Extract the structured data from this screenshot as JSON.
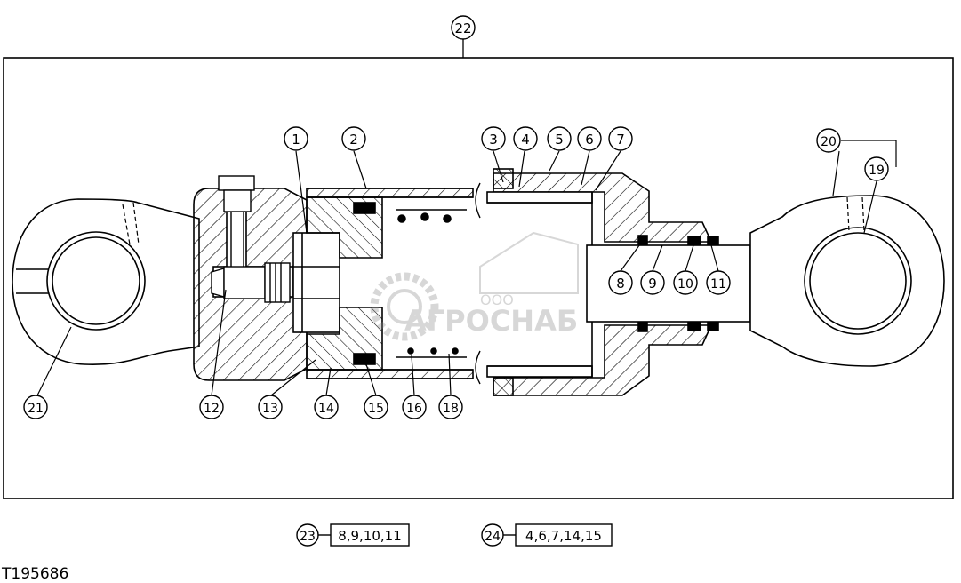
{
  "figure_id": "T195686",
  "assembly_callout": "22",
  "callouts": [
    {
      "n": "1"
    },
    {
      "n": "2"
    },
    {
      "n": "3"
    },
    {
      "n": "4"
    },
    {
      "n": "5"
    },
    {
      "n": "6"
    },
    {
      "n": "7"
    },
    {
      "n": "8"
    },
    {
      "n": "9"
    },
    {
      "n": "10"
    },
    {
      "n": "11"
    },
    {
      "n": "12"
    },
    {
      "n": "13"
    },
    {
      "n": "14"
    },
    {
      "n": "15"
    },
    {
      "n": "16"
    },
    {
      "n": "18"
    },
    {
      "n": "19"
    },
    {
      "n": "20"
    },
    {
      "n": "21"
    }
  ],
  "kits": [
    {
      "n": "23",
      "parts": "8,9,10,11"
    },
    {
      "n": "24",
      "parts": "4,6,7,14,15"
    }
  ],
  "watermark": {
    "small": "ООО",
    "main": "АГРОСНАБ"
  }
}
